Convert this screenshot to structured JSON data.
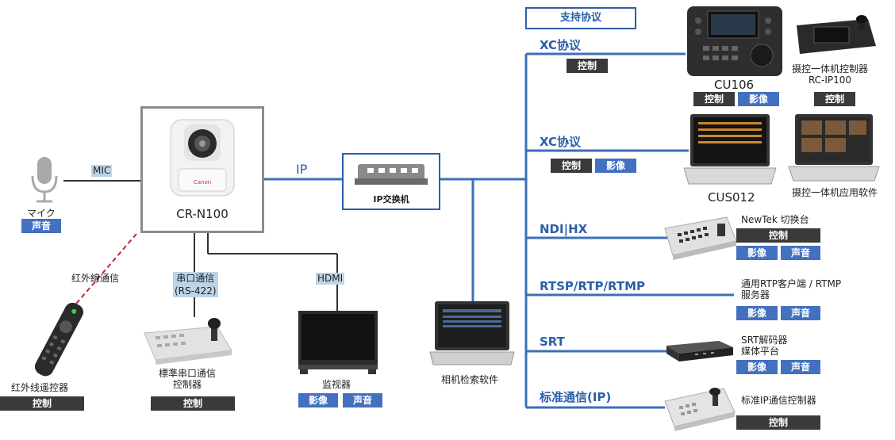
{
  "protocol_box": "支持协议",
  "camera": {
    "name": "CR-N100",
    "brand": "Canon"
  },
  "mic": {
    "label": "マイク",
    "link": "MIC",
    "tag": "声音"
  },
  "ip": {
    "link": "IP",
    "switch": "IP交换机"
  },
  "ir": {
    "link": "红外線通信",
    "device": "红外线遥控器",
    "tag": "控制"
  },
  "serial": {
    "link1": "串口通信",
    "link2": "(RS-422)",
    "device1": "標準串口通信",
    "device2": "控制器",
    "tag": "控制"
  },
  "hdmi": {
    "link": "HDMI",
    "device": "监视器",
    "tag1": "影像",
    "tag2": "声音"
  },
  "laptop": {
    "device": "相机检索软件"
  },
  "branches": {
    "xc1": {
      "proto": "XC协议",
      "tag": "控制"
    },
    "cu106": {
      "name": "CU106",
      "tag1": "控制",
      "tag2": "影像"
    },
    "rcip": {
      "name1": "摄控一体机控制器",
      "name2": "RC-IP100",
      "tag": "控制"
    },
    "xc2": {
      "proto": "XC协议",
      "tag1": "控制",
      "tag2": "影像"
    },
    "cus": {
      "name": "CUS012"
    },
    "app": {
      "name": "摄控一体机应用软件"
    },
    "ndi": {
      "proto": "NDI|HX",
      "device": "NewTek 切换台",
      "tag1": "控制",
      "tag2": "影像",
      "tag3": "声音"
    },
    "rtsp": {
      "proto": "RTSP/RTP/RTMP",
      "device1": "通用RTP客户端 / RTMP",
      "device2": "服务器",
      "tag1": "影像",
      "tag2": "声音"
    },
    "srt": {
      "proto": "SRT",
      "device1": "SRT解码器",
      "device2": "媒体平台",
      "tag1": "影像",
      "tag2": "声音"
    },
    "std": {
      "proto": "标准通信(IP)",
      "device": "标准IP通信控制器",
      "tag": "控制"
    }
  },
  "colors": {
    "line_blue": "#3b6fb8",
    "tag_dark": "#3a3a3a",
    "tag_blue": "#4470c0",
    "highlight": "#bcd4e6"
  }
}
